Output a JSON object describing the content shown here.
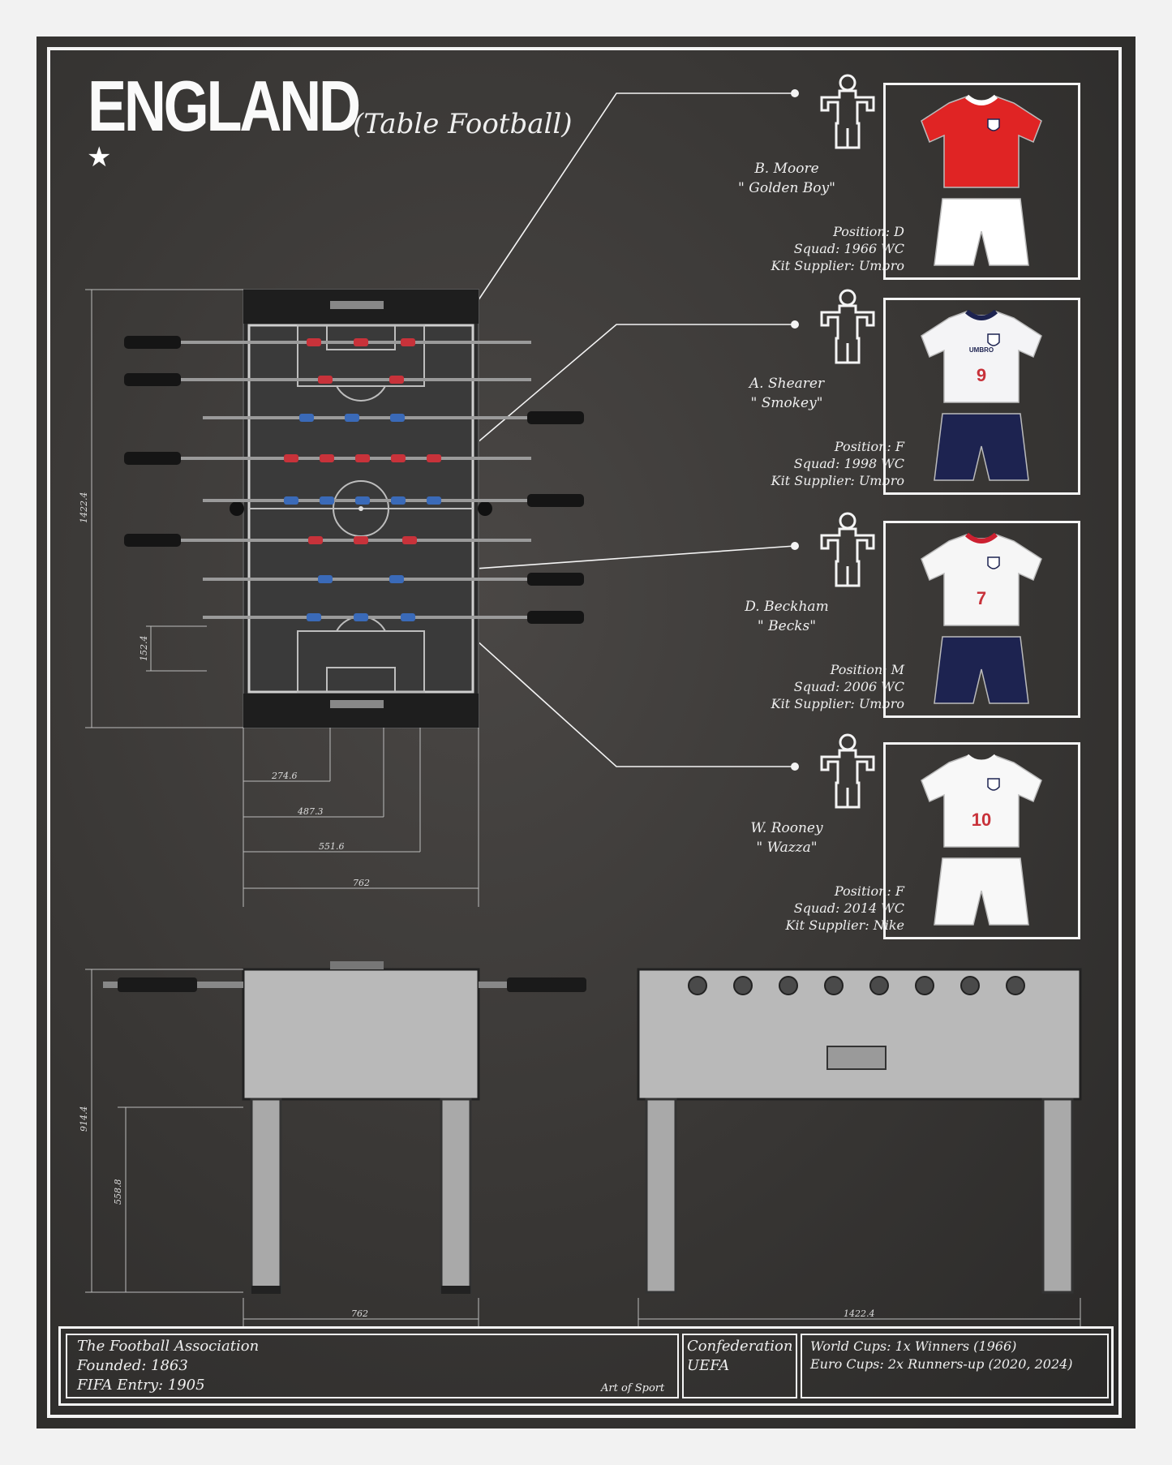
{
  "header": {
    "title": "ENGLAND",
    "subtitle": "(Table Football)",
    "star": "★"
  },
  "players": [
    {
      "name": "B. Moore",
      "nickname": "\" Golden Boy\"",
      "position": "Position: D",
      "squad": "Squad: 1966 WC",
      "kit_supplier": "Kit Supplier: Umbro",
      "kit": {
        "shirt_color": "#e02424",
        "sleeve_color": "#e02424",
        "collar_color": "#ffffff",
        "shorts_color": "#ffffff",
        "number": "",
        "brand": ""
      }
    },
    {
      "name": "A. Shearer",
      "nickname": "\" Smokey\"",
      "position": "Position: F",
      "squad": "Squad: 1998 WC",
      "kit_supplier": "Kit Supplier: Umbro",
      "kit": {
        "shirt_color": "#f4f4f6",
        "sleeve_color": "#f4f4f6",
        "collar_color": "#1d2350",
        "shorts_color": "#1d2350",
        "number": "9",
        "brand": "UMBRO"
      }
    },
    {
      "name": "D. Beckham",
      "nickname": "\" Becks\"",
      "position": "Position: M",
      "squad": "Squad: 2006 WC",
      "kit_supplier": "Kit Supplier: Umbro",
      "kit": {
        "shirt_color": "#f6f6f6",
        "sleeve_color": "#f6f6f6",
        "collar_color": "#cc2030",
        "shorts_color": "#1d2350",
        "number": "7",
        "brand": ""
      }
    },
    {
      "name": "W. Rooney",
      "nickname": "\" Wazza\"",
      "position": "Position: F",
      "squad": "Squad: 2014 WC",
      "kit_supplier": "Kit Supplier: Nike",
      "kit": {
        "shirt_color": "#f8f8f8",
        "sleeve_color": "#f8f8f8",
        "collar_color": "#f8f8f8",
        "shorts_color": "#f8f8f8",
        "number": "10",
        "brand": ""
      }
    }
  ],
  "dimensions": {
    "table_length": "1422.4",
    "goal_width": "152.4",
    "w1": "274.6",
    "w2": "487.3",
    "w3": "551.6",
    "table_width": "762",
    "height": "914.4",
    "leg_height": "558.8",
    "side_width": "762",
    "side_length": "1422.4"
  },
  "footer": {
    "association": "The Football Association",
    "founded": "Founded: 1863",
    "fifa_entry": "FIFA Entry: 1905",
    "credit": "Art of Sport",
    "confederation_label": "Confederation",
    "confederation": "UEFA",
    "world_cups": "World Cups: 1x Winners (1966)",
    "euro_cups": "Euro Cups: 2x Runners-up (2020, 2024)"
  },
  "colors": {
    "background": "#383634",
    "ink": "#f4f4f4",
    "team_red": "#c8323a",
    "team_blue": "#3a6ab8"
  }
}
